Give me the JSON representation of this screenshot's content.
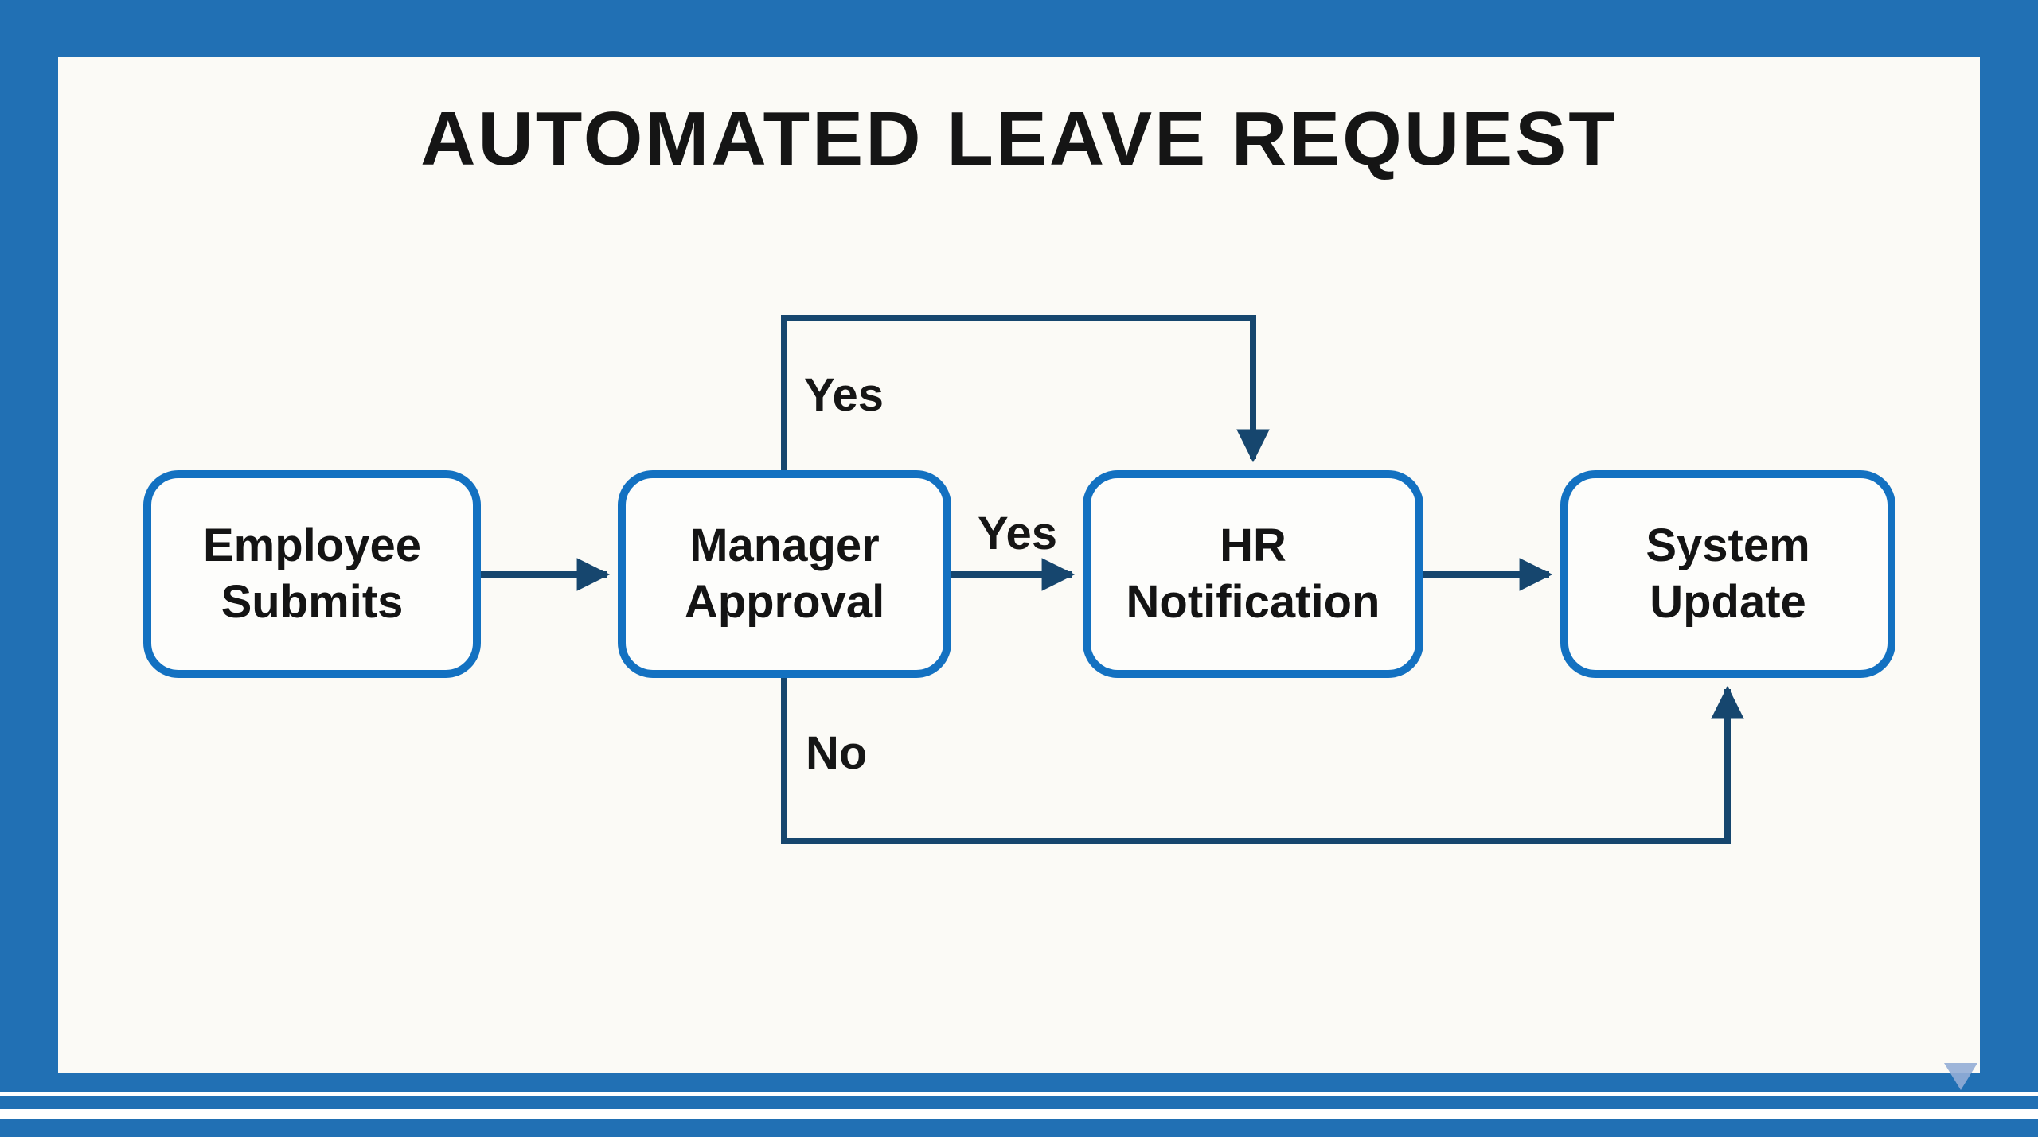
{
  "title": "AUTOMATED LEAVE REQUEST",
  "diagram": {
    "type": "flowchart",
    "nodes": [
      {
        "id": "employee-submits",
        "label": "Employee\nSubmits"
      },
      {
        "id": "manager-approval",
        "label": "Manager\nApproval"
      },
      {
        "id": "hr-notification",
        "label": "HR\nNotification"
      },
      {
        "id": "system-update",
        "label": "System\nUpdate"
      }
    ],
    "edges": [
      {
        "from": "employee-submits",
        "to": "manager-approval",
        "label": "",
        "route": "direct"
      },
      {
        "from": "manager-approval",
        "to": "hr-notification",
        "label": "Yes",
        "route": "direct"
      },
      {
        "from": "manager-approval",
        "to": "hr-notification",
        "label": "Yes",
        "route": "over-top"
      },
      {
        "from": "manager-approval",
        "to": "system-update",
        "label": "No",
        "route": "under-bottom"
      },
      {
        "from": "hr-notification",
        "to": "system-update",
        "label": "",
        "route": "direct"
      }
    ],
    "edge_labels": {
      "yes_top": "Yes",
      "yes_direct": "Yes",
      "no_bottom": "No"
    }
  },
  "colors": {
    "frame_blue": "#2170b4",
    "node_border_blue": "#1371c1",
    "arrow_navy": "#16466e",
    "canvas_white": "#fbfaf6",
    "text_black": "#141414"
  },
  "decorations": {
    "corner_icon": "triangle-down-icon",
    "bottom_lines": 2
  }
}
